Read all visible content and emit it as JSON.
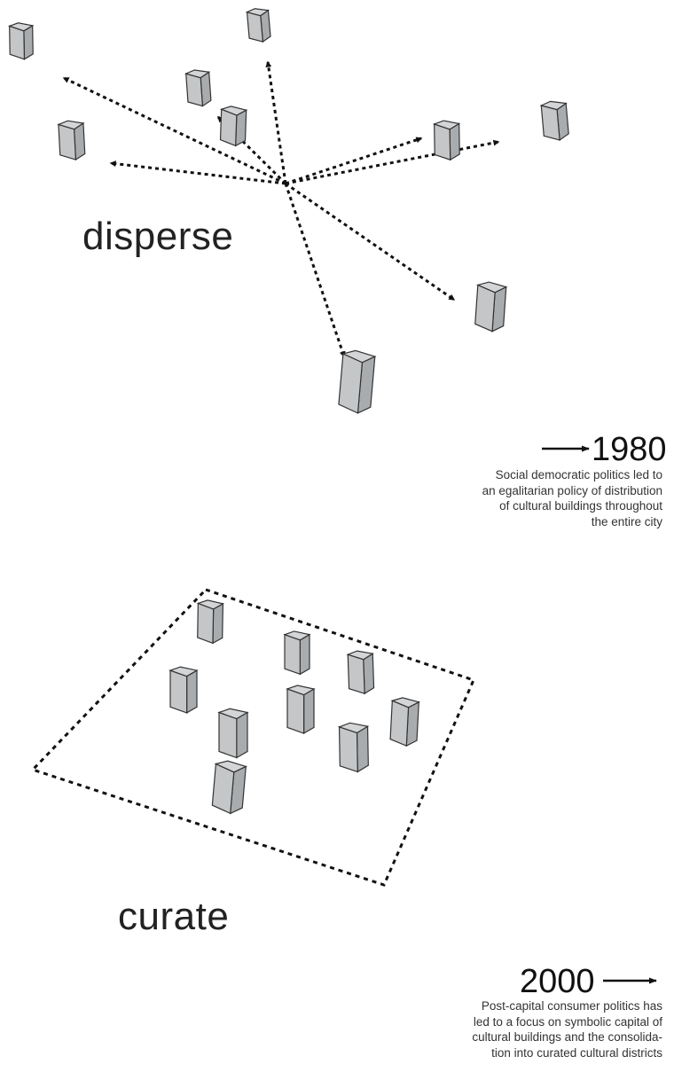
{
  "disperse": {
    "label": "disperse",
    "year": "1980",
    "caption_lines": [
      "Social democratic politics led to",
      "an egalitarian policy of distribution",
      "of cultural buildings throughout",
      "the entire city"
    ]
  },
  "curate": {
    "label": "curate",
    "year": "2000",
    "caption_lines": [
      "Post-capital consumer politics has",
      "led to a focus on symbolic capital of",
      "cultural buildings and the consolida-",
      "tion into curated cultural districts"
    ]
  },
  "icons": [
    "building-block-icon",
    "dashed-arrow-icon",
    "dashed-boundary-icon",
    "arrow-right-icon"
  ]
}
